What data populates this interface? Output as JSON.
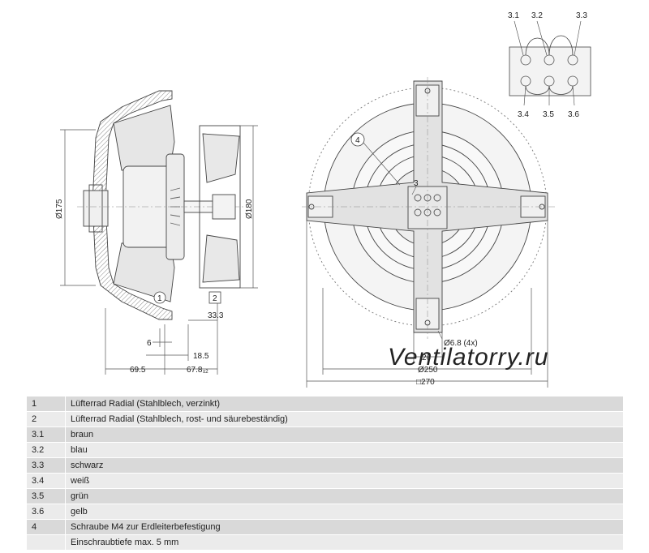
{
  "drawing": {
    "side_view": {
      "dia_175": "Ø175",
      "dia_180": "Ø180",
      "dim_6": "6",
      "dim_18_5": "18.5",
      "dim_69_5": "69.5",
      "dim_67_8": "67.8",
      "dim_67_8_tol": "±2",
      "dim_33_3": "33.3",
      "callout_1": "1",
      "callout_2": "2"
    },
    "front_view": {
      "callout_3": "3",
      "callout_4": "4",
      "dim_holes": "Ø6.8 (4x)",
      "dim_26": "26",
      "dim_250": "Ø250",
      "dim_270": "□270"
    },
    "connector": {
      "labels_top": [
        "3.1",
        "3.2",
        "3.3"
      ],
      "labels_bottom": [
        "3.4",
        "3.5",
        "3.6"
      ]
    },
    "watermark": "Ventilatorry.ru"
  },
  "legend": [
    {
      "key": "1",
      "text": "Lüfterrad Radial (Stahlblech, verzinkt)"
    },
    {
      "key": "2",
      "text": "Lüfterrad Radial (Stahlblech, rost- und säurebeständig)"
    },
    {
      "key": "3.1",
      "text": "braun"
    },
    {
      "key": "3.2",
      "text": "blau"
    },
    {
      "key": "3.3",
      "text": "schwarz"
    },
    {
      "key": "3.4",
      "text": "weiß"
    },
    {
      "key": "3.5",
      "text": "grün"
    },
    {
      "key": "3.6",
      "text": "gelb"
    },
    {
      "key": "4",
      "text": "Schraube M4 zur Erdleiterbefestigung"
    },
    {
      "key": "",
      "text": "Einschraubtiefe max. 5 mm"
    }
  ]
}
